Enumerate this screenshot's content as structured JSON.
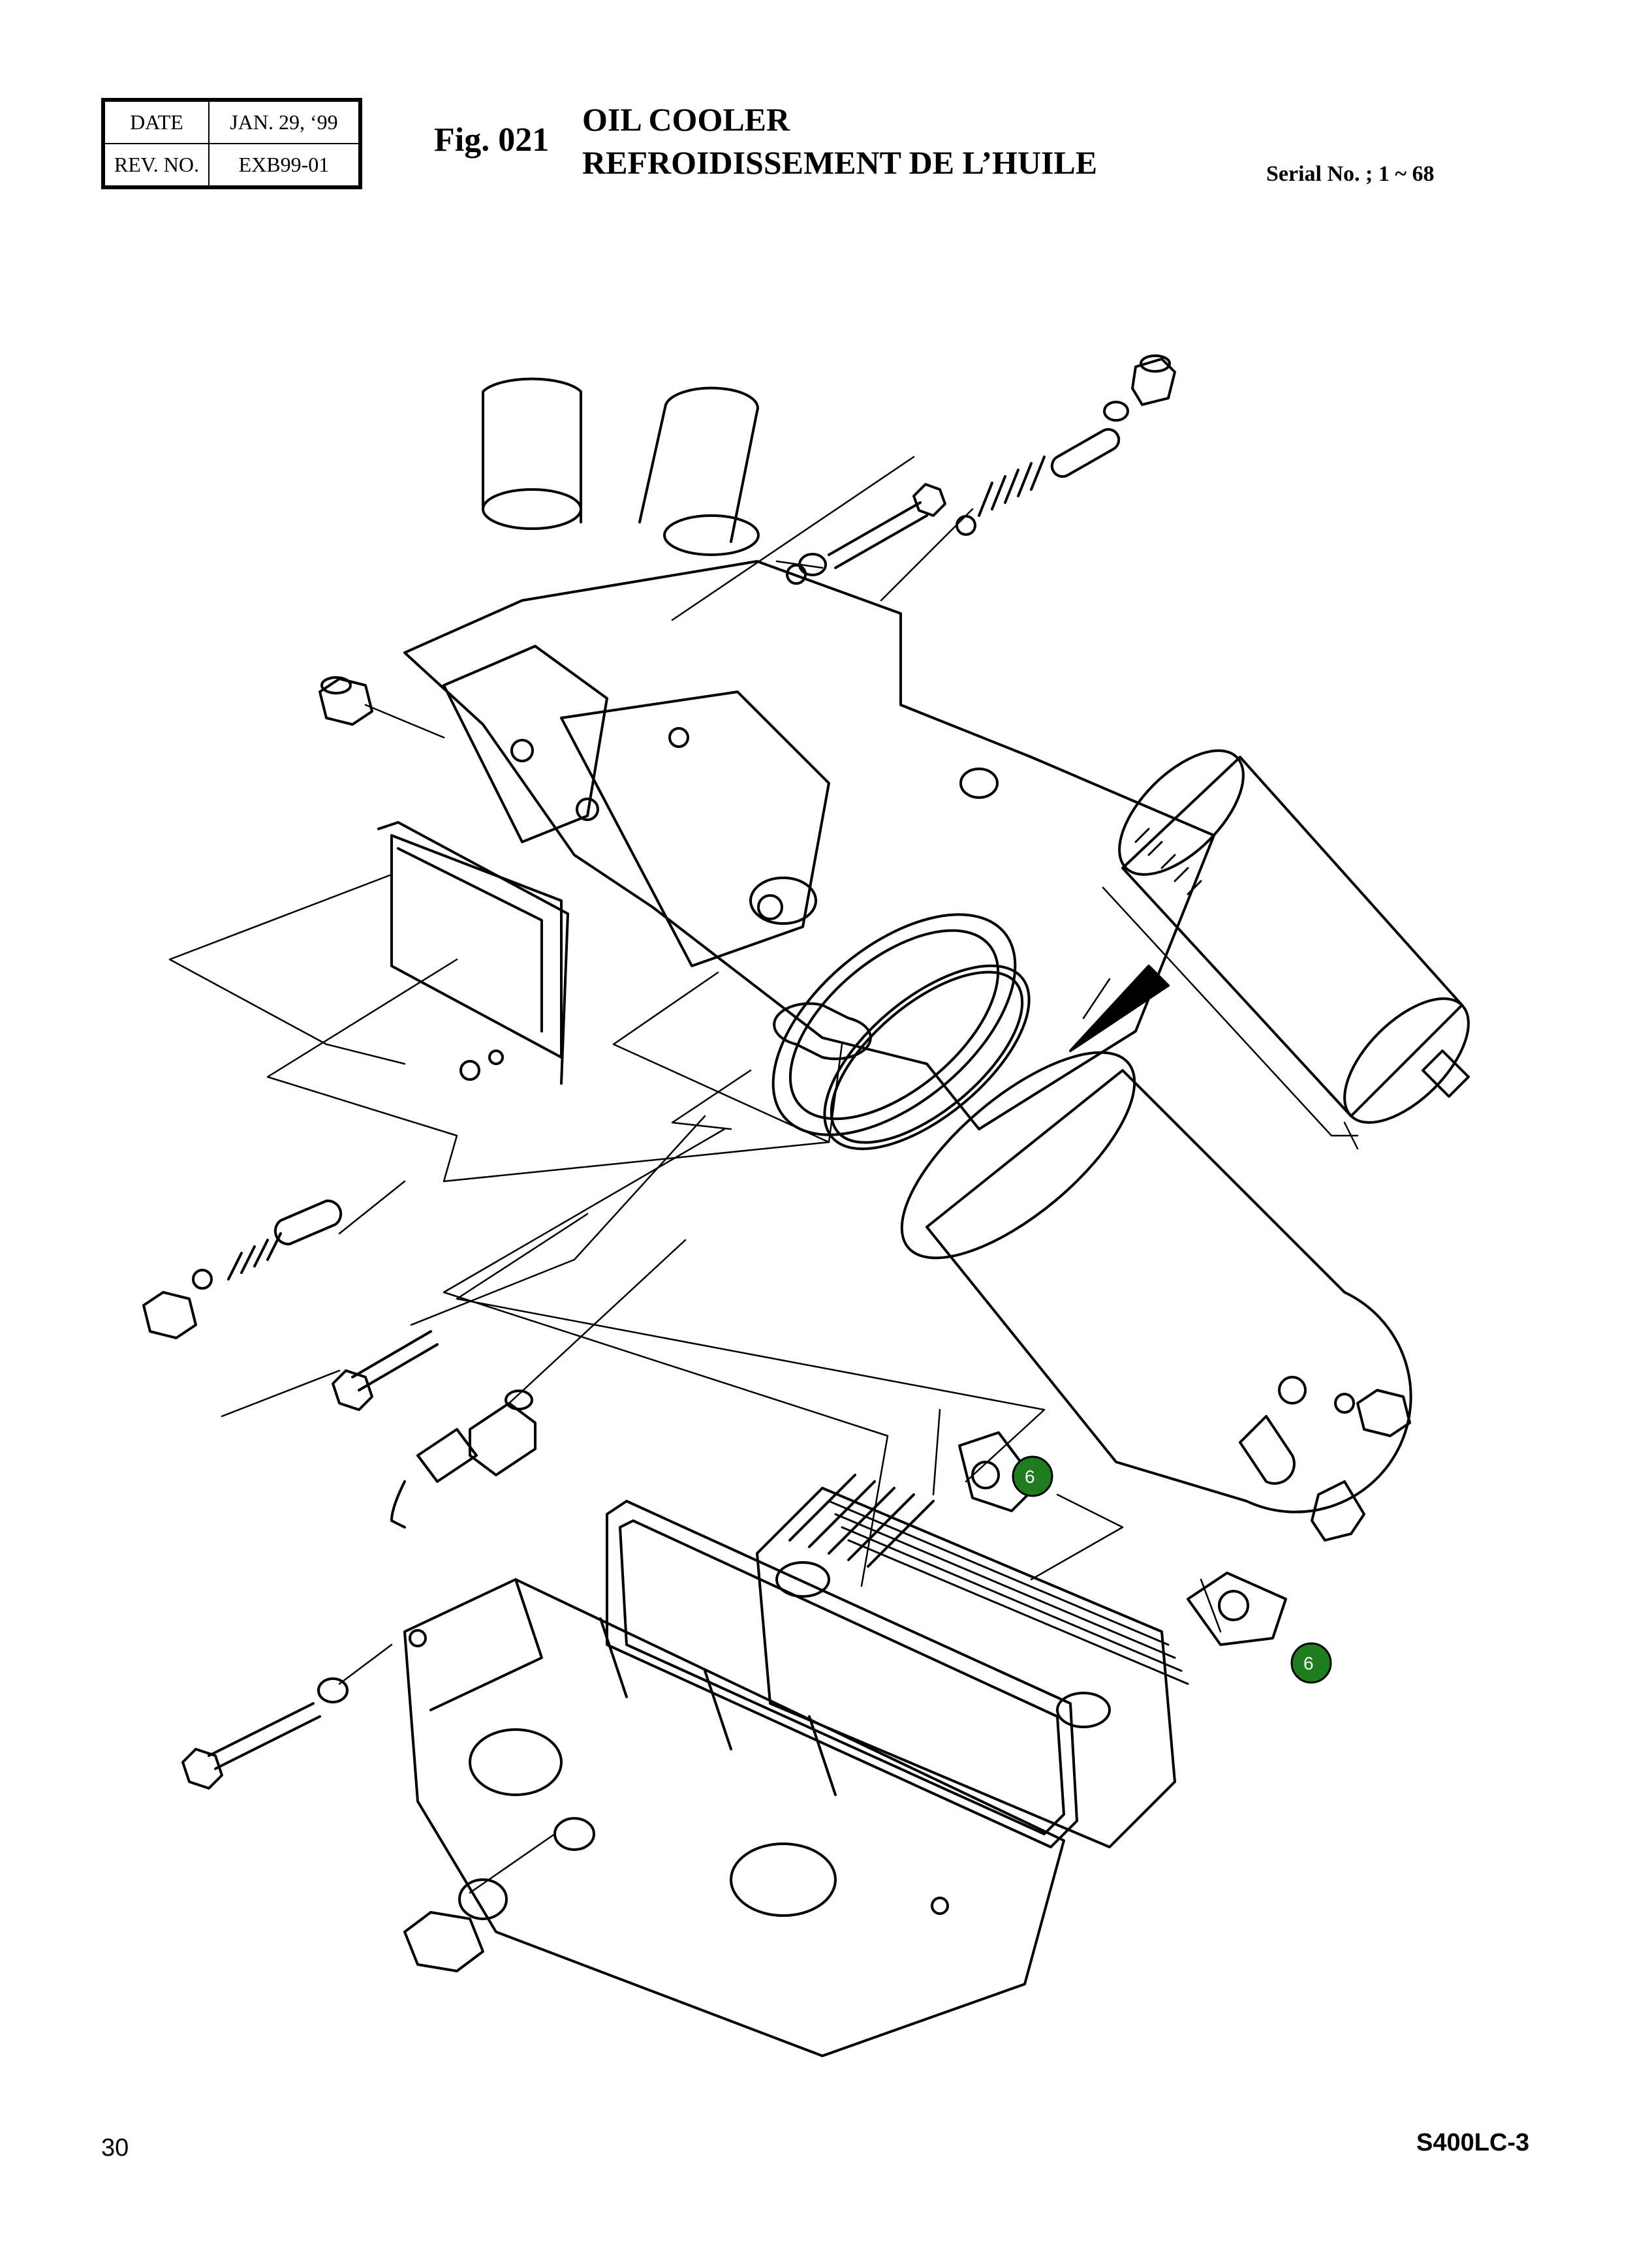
{
  "header": {
    "date_label": "DATE",
    "date_value": "JAN. 29, ‘99",
    "rev_label": "REV. NO.",
    "rev_value": "EXB99-01",
    "fig_number": "Fig. 021",
    "title_en": "OIL COOLER",
    "title_fr": "REFROIDISSEMENT DE L’HUILE",
    "serial": "Serial No. ; 1 ~ 68"
  },
  "callouts": [
    {
      "label": "6",
      "color": "#1e7d1e"
    },
    {
      "label": "6",
      "color": "#1e7d1e"
    }
  ],
  "footer": {
    "page_number": "30",
    "model": "S400LC-3"
  }
}
